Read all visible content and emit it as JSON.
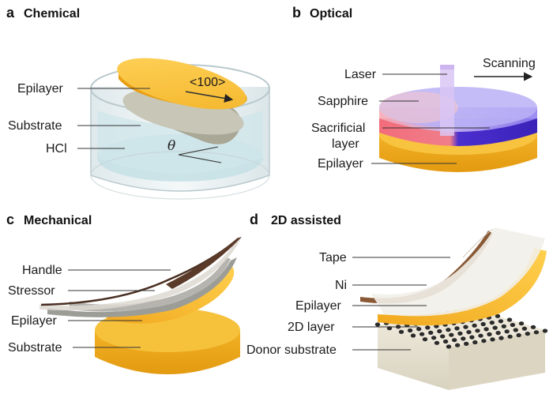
{
  "panels": {
    "a": {
      "letter": "a",
      "title": "Chemical",
      "labels": {
        "epilayer": "Epilayer",
        "substrate": "Substrate",
        "hcl": "HCl",
        "direction": "<100>",
        "theta": "θ"
      }
    },
    "b": {
      "letter": "b",
      "title": "Optical",
      "labels": {
        "laser": "Laser",
        "scanning": "Scanning",
        "sapphire": "Sapphire",
        "sacrificial_1": "Sacrificial",
        "sacrificial_2": "layer",
        "epilayer": "Epilayer"
      }
    },
    "c": {
      "letter": "c",
      "title": "Mechanical",
      "labels": {
        "handle": "Handle",
        "stressor": "Stressor",
        "epilayer": "Epilayer",
        "substrate": "Substrate"
      }
    },
    "d": {
      "letter": "d",
      "title": "2D assisted",
      "labels": {
        "tape": "Tape",
        "ni": "Ni",
        "epilayer": "Epilayer",
        "layer2d": "2D layer",
        "donor": "Donor substrate"
      }
    }
  },
  "colors": {
    "epilayer": "#f5b82e",
    "epilayer_side": "#e8a215",
    "substrate_gray": "#b9b7a9",
    "hcl": "#cfe6ea",
    "sapphire": "#9c8ff0",
    "sacrificial": "#4b2fcf",
    "laser": "#d9c6f5",
    "handle": "#4a2f22",
    "tape_brown": "#8a5a36",
    "donor": "#e4dfcf",
    "atoms": "#2b2b2b"
  }
}
